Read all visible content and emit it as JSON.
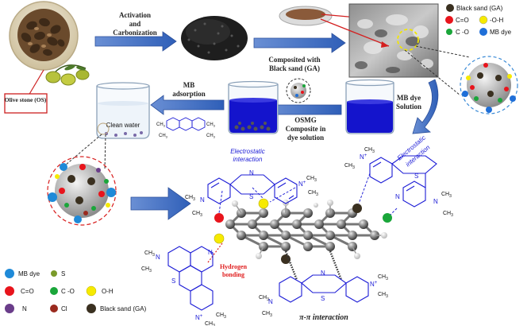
{
  "labels": {
    "olive_stone": "Olive stone (OS)",
    "activation": "Activation",
    "and": "and",
    "carbonization": "Carbonization",
    "composited_with": "Composited with",
    "black_sand": "Black sand (GA)",
    "mb_dye": "MB dye",
    "solution": "Solution",
    "osmg": "OSMG",
    "composite_in": "Composite in",
    "dye_solution": "dye solution",
    "mb": "MB",
    "adsorption": "adsorption",
    "clean_water": "Clean water",
    "electrostatic": "Electrostatic",
    "interaction": "interaction",
    "hydrogen": "Hydrogen",
    "bonding": "bonding",
    "pi_interaction": "π-π interaction"
  },
  "top_legend": {
    "items": [
      {
        "label": "Black sand (GA)",
        "color": "#3a3020"
      },
      {
        "label": "C=O",
        "color": "#e8141c"
      },
      {
        "label": "-O-H",
        "color": "#f6ea00"
      },
      {
        "label": "C -O",
        "color": "#1aa63a"
      },
      {
        "label": "MB dye",
        "color": "#1f6fd8"
      }
    ]
  },
  "bottom_legend": {
    "items": [
      {
        "label": "MB dye",
        "color": "#1f8ad8"
      },
      {
        "label": "S",
        "color": "#7a9a2a"
      },
      {
        "label": "C=O",
        "color": "#e8141c"
      },
      {
        "label": "C -O",
        "color": "#1aa63a"
      },
      {
        "label": "O-H",
        "color": "#f6ea00"
      },
      {
        "label": "N",
        "color": "#6a3d8a"
      },
      {
        "label": "Cl",
        "color": "#9a2a1e"
      },
      {
        "label": "Black sand (GA)",
        "color": "#3a3020"
      }
    ]
  },
  "chem": {
    "n": "N",
    "s": "S",
    "ch3": "CH",
    "sub3": "3",
    "nplus": "N",
    "plus": "+"
  },
  "colors": {
    "arrow_blue": "#3f6fc6",
    "dye_blue": "#1414cc",
    "callout_red": "#d81e1e"
  }
}
